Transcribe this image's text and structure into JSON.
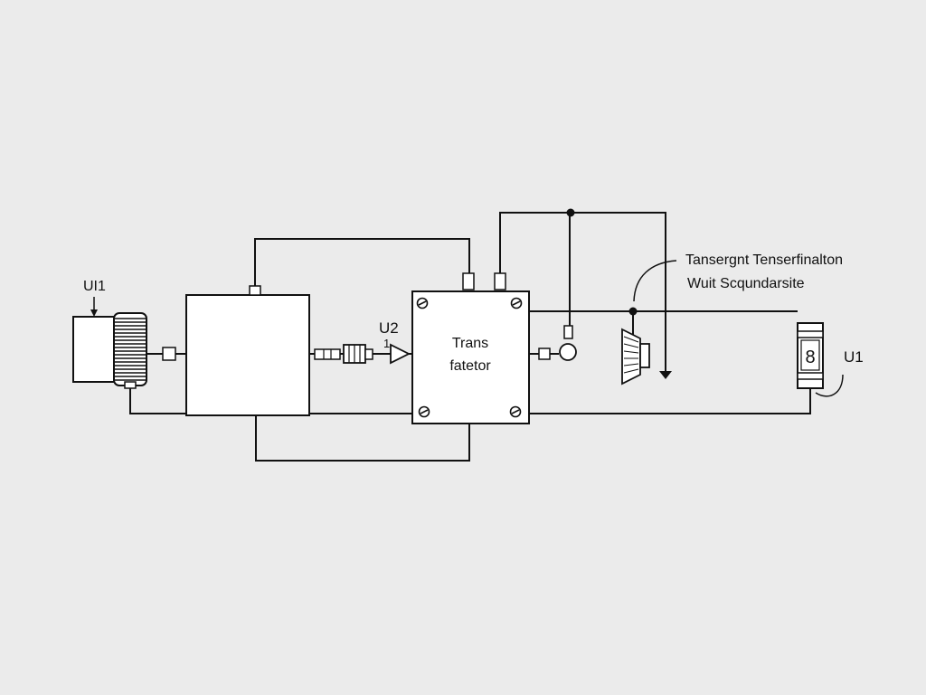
{
  "labels": {
    "left_ref": "UI1",
    "amp_ref": "U2",
    "amp_pin": "1",
    "center_block_line1": "Trans",
    "center_block_line2": "fatetor",
    "annotation_line1": "Tansergnt Tenserfinalton",
    "annotation_line2": "Wuit Scqundarsite",
    "right_ref": "U1",
    "display_digit": "8"
  },
  "colors": {
    "background": "#ebebeb",
    "ink": "#111111",
    "fill": "#ffffff"
  }
}
